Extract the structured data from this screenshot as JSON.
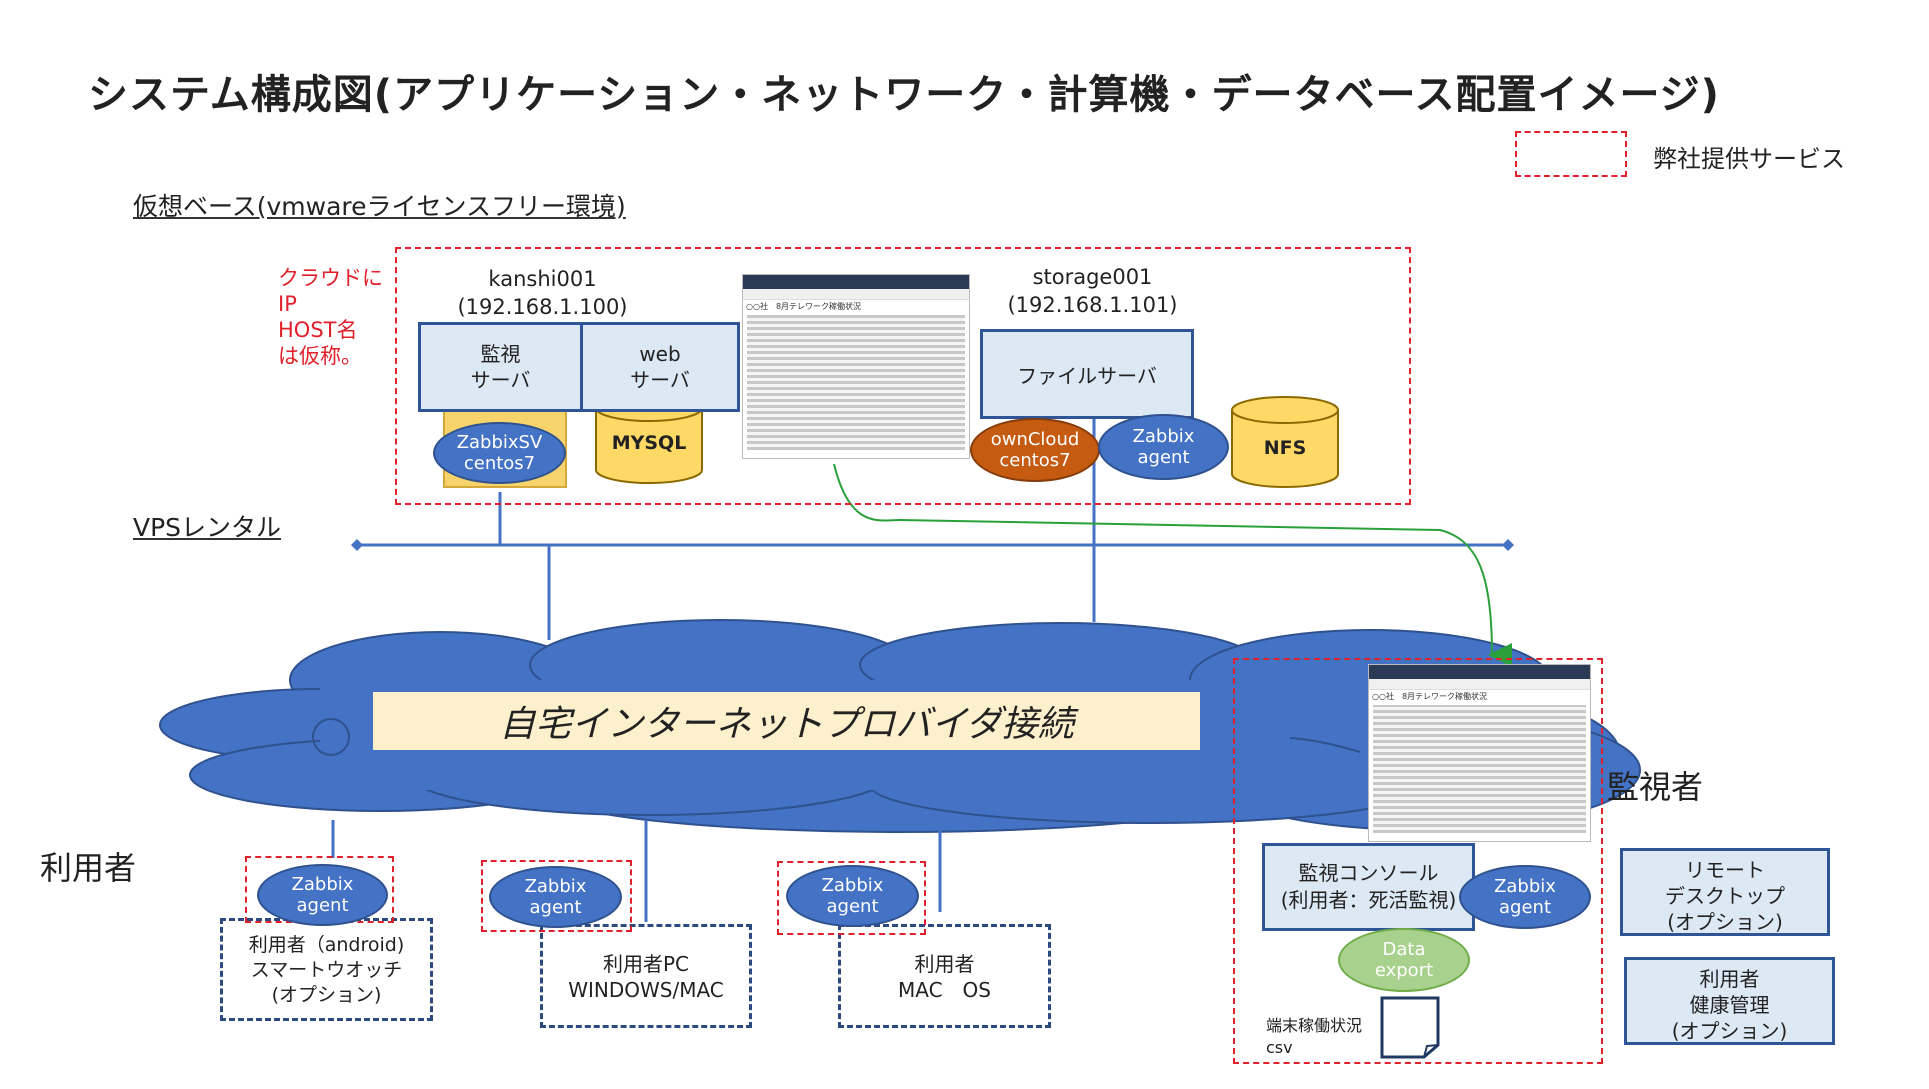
{
  "title": "システム構成図(アプリケーション・ネットワーク・計算機・データベース配置イメージ)",
  "legend": {
    "label": "弊社提供サービス",
    "color": "#e0202a"
  },
  "virtual_base_label": "仮想ベース(vmwareライセンスフリー環境)",
  "vps_label": "VPSレンタル",
  "cloud_note": [
    "クラウドに",
    "IP",
    "HOST名",
    "は仮称。"
  ],
  "kanshi": {
    "name": "kanshi001",
    "ip": "(192.168.1.100)"
  },
  "storage": {
    "name": "storage001",
    "ip": "(192.168.1.101)"
  },
  "monitor_server": [
    "監視",
    "サーバ"
  ],
  "web_server": [
    "web",
    "サーバ"
  ],
  "file_server": "ファイルサーバ",
  "zabbix_sv": [
    "ZabbixSV",
    "centos7"
  ],
  "mysql": "MYSQL",
  "owncloud": [
    "ownCloud",
    "centos7"
  ],
  "zabbix_agent": [
    "Zabbix",
    "agent"
  ],
  "nfs": "NFS",
  "browser_caption": "○○社　8月テレワーク稼働状況",
  "internet": "自宅インターネットプロバイダ接続",
  "users_label": "利用者",
  "watcher_label": "監視者",
  "user_devices": [
    {
      "lines": [
        "利用者（android)",
        "スマートウオッチ",
        "(オプション)"
      ]
    },
    {
      "lines": [
        "利用者PC",
        "WINDOWS/MAC"
      ]
    },
    {
      "lines": [
        "利用者",
        "MAC　OS"
      ]
    }
  ],
  "console": [
    "監視コンソール",
    "(利用者：死活監視)"
  ],
  "data_export": [
    "Data",
    "export"
  ],
  "csv_label": [
    "端末稼働状況",
    "csv"
  ],
  "remote_desktop": [
    "リモート",
    "デスクトップ",
    "(オプション)"
  ],
  "health": [
    "利用者",
    "健康管理",
    "(オプション)"
  ],
  "colors": {
    "cloud": "#4472c4",
    "box_fill": "#dde8f5",
    "box_border": "#2f5597",
    "cylinder": "#ffd966",
    "owncloud": "#c55a11",
    "data_export": "#a9d18e",
    "arrow": "#2aa03a"
  }
}
